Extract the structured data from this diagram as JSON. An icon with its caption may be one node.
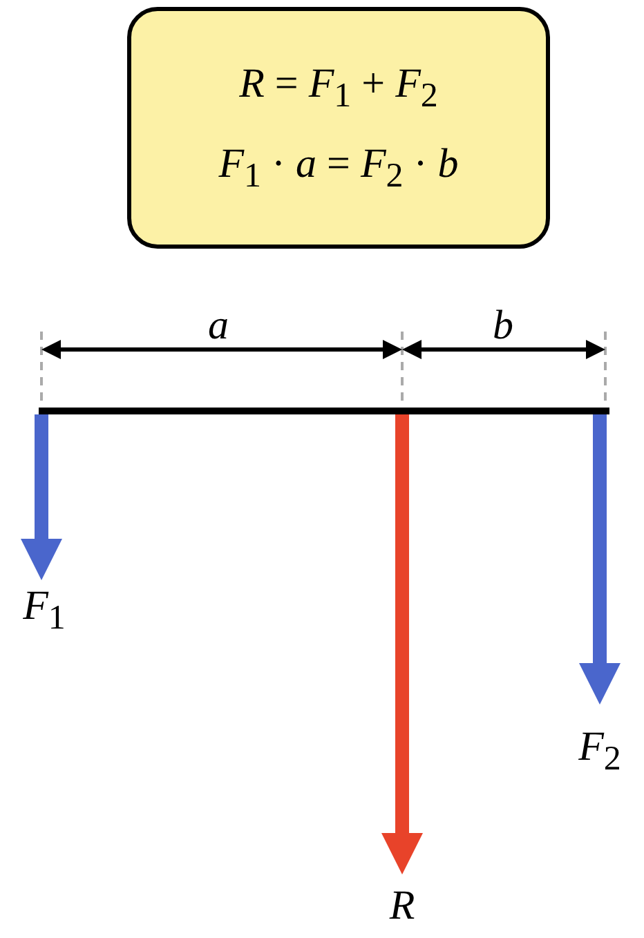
{
  "diagram": {
    "nodes": [
      {
        "text": [
          "*R* = *F*$_{1}$ + *F*$_{2}$",
          "*F*$_{1}$ · *a* = *F*$_{2}$ · *b*"
        ]
      }
    ],
    "labels": [
      "*a*",
      "*b*",
      "*F*$_{1}$",
      "*F*$_{2}$",
      "*R*"
    ]
  }
}
